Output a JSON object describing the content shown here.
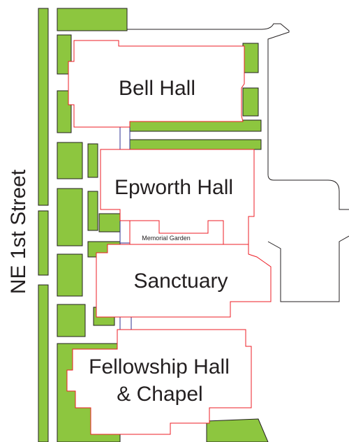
{
  "map": {
    "street_label": "NE 1st Street",
    "buildings": [
      {
        "id": "bell-hall",
        "lines": [
          "Bell Hall"
        ]
      },
      {
        "id": "epworth-hall",
        "lines": [
          "Epworth Hall"
        ]
      },
      {
        "id": "sanctuary",
        "lines": [
          "Sanctuary"
        ]
      },
      {
        "id": "fellowship-hall",
        "lines": [
          "Fellowship Hall",
          "& Chapel"
        ]
      }
    ],
    "garden_label": "Memorial Garden",
    "colors": {
      "lawn": "#8dc63f",
      "building_outline": "#ed1c24",
      "walkway_outline": "#2e3192",
      "garden_hatch": "#00a651",
      "road_line": "#231f20"
    }
  }
}
